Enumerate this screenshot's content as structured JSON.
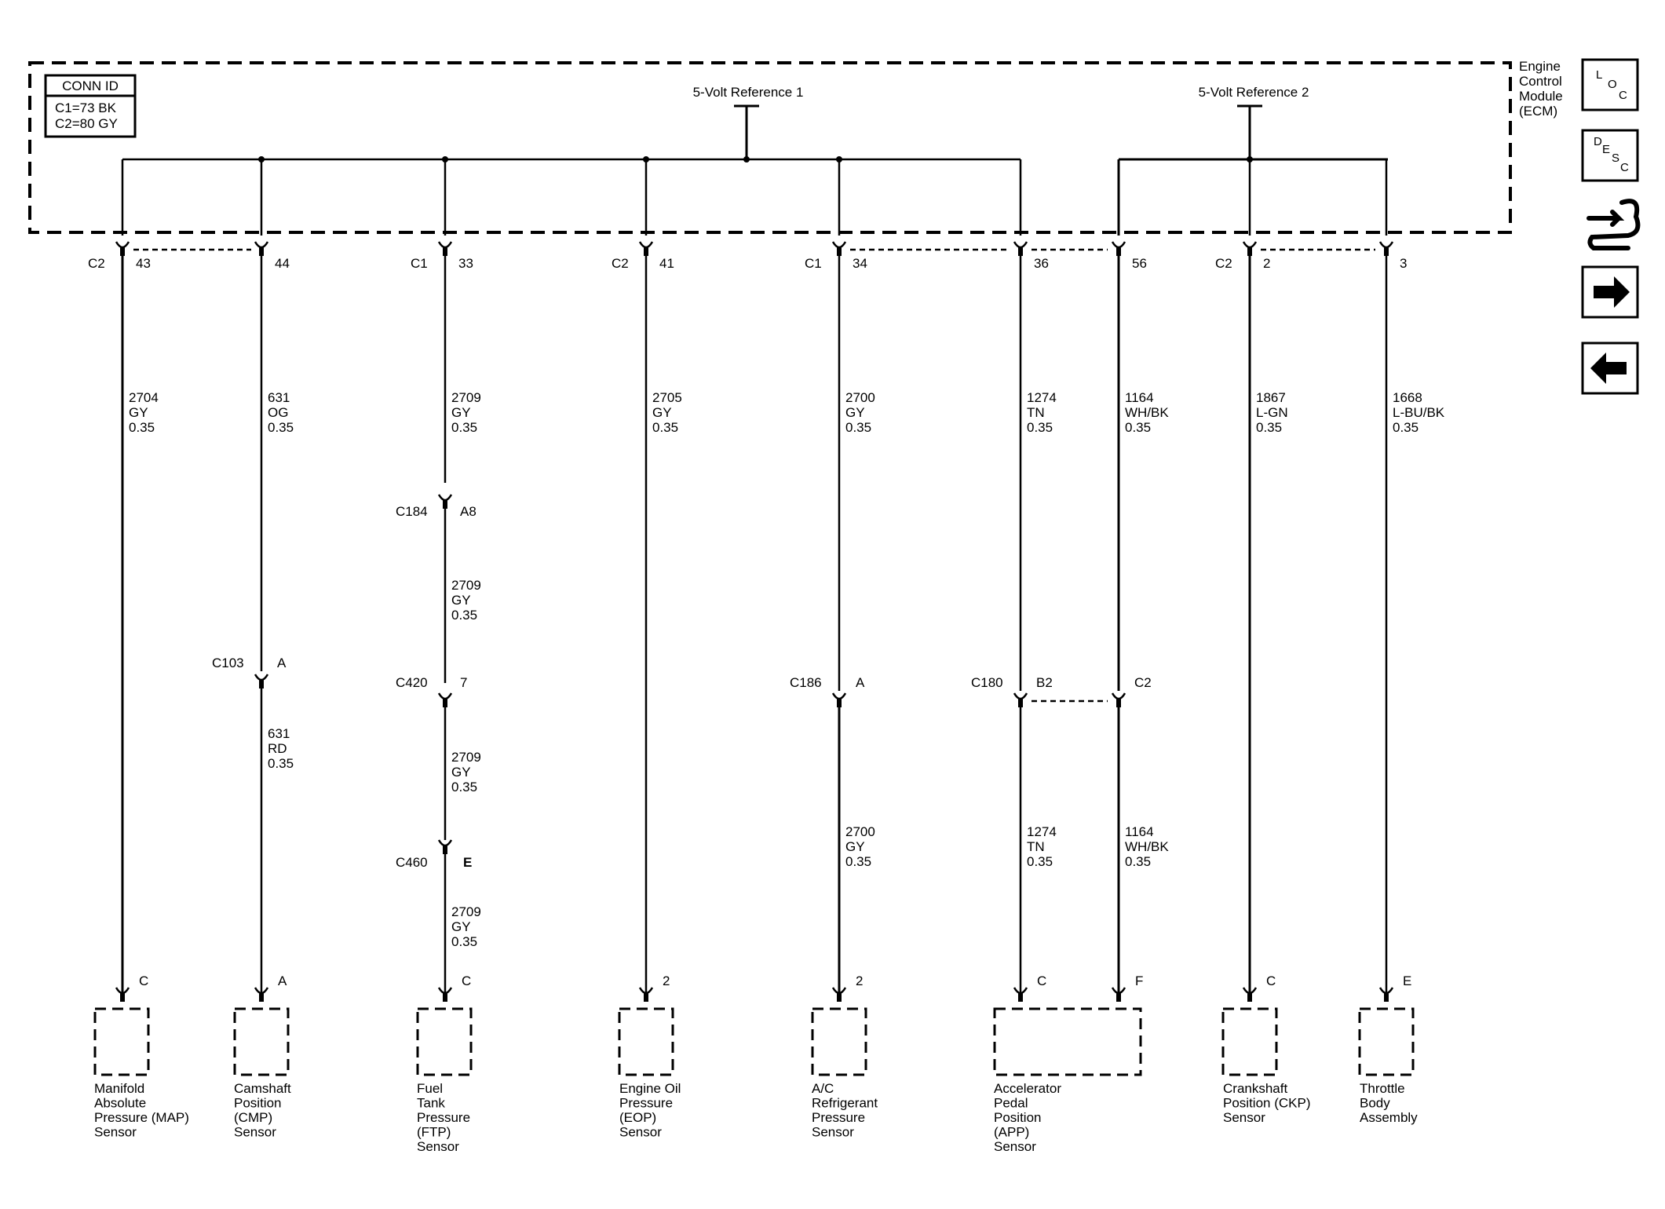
{
  "module": {
    "name_lines": [
      "Engine",
      "Control",
      "Module",
      "(ECM)"
    ],
    "conn_id_title": "CONN ID",
    "conn_id_lines": [
      "C1=73 BK",
      "C2=80 GY"
    ],
    "ref1_label": "5-Volt Reference 1",
    "ref2_label": "5-Volt Reference 2"
  },
  "ecm_pins": [
    {
      "conn": "C2",
      "pin": "43"
    },
    {
      "conn": "",
      "pin": "44"
    },
    {
      "conn": "C1",
      "pin": "33"
    },
    {
      "conn": "C2",
      "pin": "41"
    },
    {
      "conn": "C1",
      "pin": "34"
    },
    {
      "conn": "",
      "pin": "36"
    },
    {
      "conn": "",
      "pin": "56"
    },
    {
      "conn": "C2",
      "pin": "2"
    },
    {
      "conn": "",
      "pin": "3"
    }
  ],
  "wire_labels": [
    {
      "circuit": "2704",
      "color": "GY",
      "gauge": "0.35"
    },
    {
      "circuit": "631",
      "color": "OG",
      "gauge": "0.35"
    },
    {
      "circuit": "2709",
      "color": "GY",
      "gauge": "0.35"
    },
    {
      "circuit": "2705",
      "color": "GY",
      "gauge": "0.35"
    },
    {
      "circuit": "2700",
      "color": "GY",
      "gauge": "0.35"
    },
    {
      "circuit": "1274",
      "color": "TN",
      "gauge": "0.35"
    },
    {
      "circuit": "1164",
      "color": "WH/BK",
      "gauge": "0.35"
    },
    {
      "circuit": "1867",
      "color": "L-GN",
      "gauge": "0.35"
    },
    {
      "circuit": "1668",
      "color": "L-BU/BK",
      "gauge": "0.35"
    }
  ],
  "inline_connectors": [
    {
      "conn": "C184",
      "pin": "A8"
    },
    {
      "conn": "C420",
      "pin": "7"
    },
    {
      "conn": "C460",
      "pin": "E"
    },
    {
      "conn": "C103",
      "pin": "A"
    },
    {
      "conn": "C186",
      "pin": "A"
    },
    {
      "conn": "C180",
      "pin": "B2"
    },
    {
      "conn": "",
      "pin": "C2"
    }
  ],
  "lower_wire_labels": [
    {
      "circuit": "2709",
      "color": "GY",
      "gauge": "0.35"
    },
    {
      "circuit": "2709",
      "color": "GY",
      "gauge": "0.35"
    },
    {
      "circuit": "2709",
      "color": "GY",
      "gauge": "0.35"
    },
    {
      "circuit": "631",
      "color": "RD",
      "gauge": "0.35"
    },
    {
      "circuit": "2700",
      "color": "GY",
      "gauge": "0.35"
    },
    {
      "circuit": "1274",
      "color": "TN",
      "gauge": "0.35"
    },
    {
      "circuit": "1164",
      "color": "WH/BK",
      "gauge": "0.35"
    }
  ],
  "sensor_pins": [
    "C",
    "A",
    "C",
    "2",
    "2",
    "C",
    "F",
    "C",
    "E"
  ],
  "sensors": [
    {
      "lines": [
        "Manifold",
        "Absolute",
        "Pressure (MAP)",
        "Sensor"
      ]
    },
    {
      "lines": [
        "Camshaft",
        "Position",
        "(CMP)",
        "Sensor"
      ]
    },
    {
      "lines": [
        "Fuel",
        "Tank",
        "Pressure",
        "(FTP)",
        "Sensor"
      ]
    },
    {
      "lines": [
        "Engine Oil",
        "Pressure",
        "(EOP)",
        "Sensor"
      ]
    },
    {
      "lines": [
        "A/C",
        "Refrigerant",
        "Pressure",
        "Sensor"
      ]
    },
    {
      "lines": [
        "Accelerator",
        "Pedal",
        "Position",
        "(APP)",
        "Sensor"
      ]
    },
    {
      "lines": [
        "Crankshaft",
        "Position (CKP)",
        "Sensor"
      ]
    },
    {
      "lines": [
        "Throttle",
        "Body",
        "Assembly"
      ]
    }
  ],
  "nav": {
    "loc": [
      "L",
      "O",
      "C"
    ],
    "desc": [
      "D",
      "E",
      "S",
      "C"
    ],
    "icons": [
      "harness-icon",
      "arrow-right-icon",
      "arrow-left-icon"
    ]
  }
}
